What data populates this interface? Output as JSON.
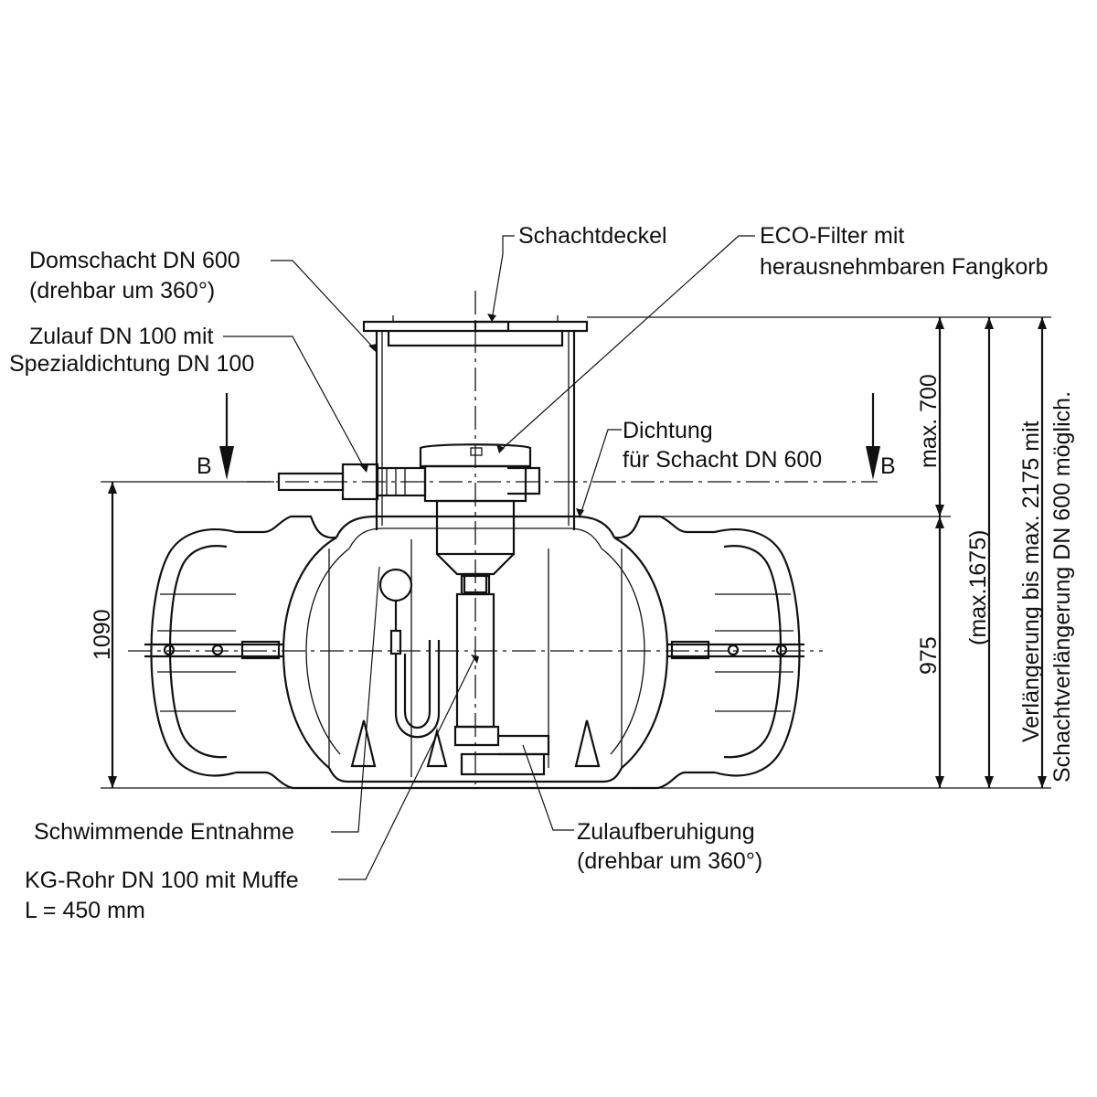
{
  "labels": {
    "schachtdeckel": "Schachtdeckel",
    "eco_filter_1": "ECO-Filter mit",
    "eco_filter_2": "herausnehmbaren Fangkorb",
    "domschacht_1": "Domschacht DN 600",
    "domschacht_2": "(drehbar um 360°)",
    "zulauf_1": "Zulauf DN 100 mit",
    "zulauf_2": "Spezialdichtung DN 100",
    "dichtung_1": "Dichtung",
    "dichtung_2": "für Schacht DN 600",
    "section_left": "B",
    "section_right": "B",
    "schwimmende": "Schwimmende Entnahme",
    "kg_rohr_1": "KG-Rohr DN 100 mit Muffe",
    "kg_rohr_2": "L =  450 mm",
    "zulaufberuhigung_1": "Zulaufberuhigung",
    "zulaufberuhigung_2": "(drehbar um 360°)"
  },
  "dimensions": {
    "height_total": "1090",
    "max_700": "max. 700",
    "h_975": "975",
    "max_1675": "(max.1675)",
    "ext_1": "Verlängerung bis max. 2175 mit",
    "ext_2": "Schachtverlängerung DN 600 möglich."
  }
}
